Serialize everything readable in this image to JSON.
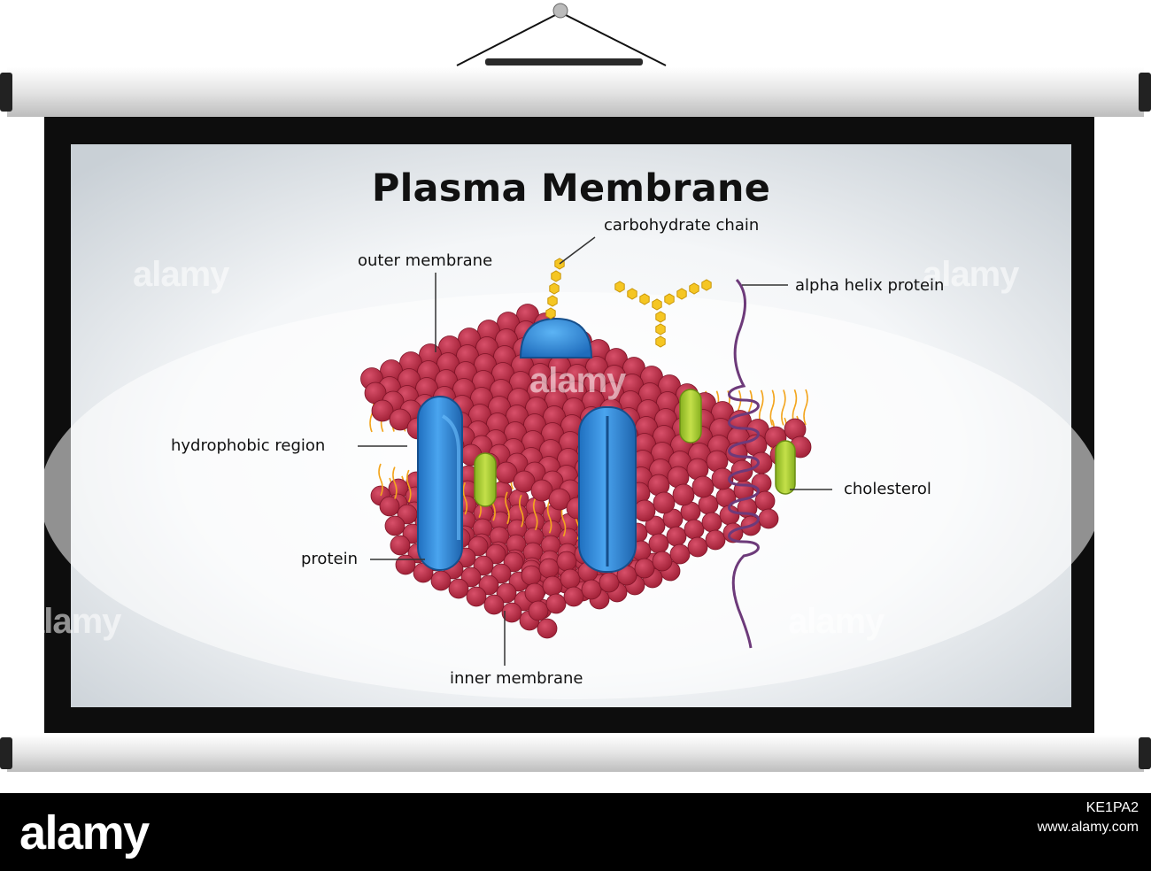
{
  "diagram": {
    "title": "Plasma Membrane",
    "labels": {
      "carbohydrate_chain": "carbohydrate chain",
      "outer_membrane": "outer membrane",
      "alpha_helix_protein": "alpha helix protein",
      "hydrophobic_region": "hydrophobic region",
      "cholesterol": "cholesterol",
      "protein": "protein",
      "inner_membrane": "inner membrane"
    }
  },
  "watermark": {
    "text": "alamy"
  },
  "footer": {
    "logo": "alamy",
    "image_id": "KE1PA2",
    "site": "www.alamy.com"
  },
  "colors": {
    "phospholipid_head": "#b5273f",
    "protein": "#2f86d6",
    "cholesterol": "#a6cd2f",
    "alpha_helix": "#6d3a7a",
    "carbohydrate": "#f5c623",
    "tails": "#f3a51e"
  }
}
